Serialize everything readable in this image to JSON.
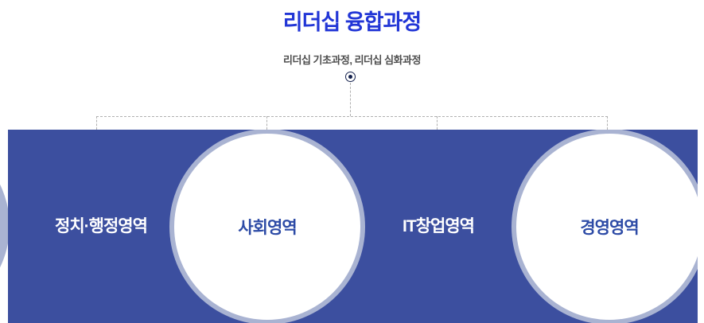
{
  "header": {
    "title": "리더십 융합과정",
    "subtitle": "리더십 기초과정, 리더십 심화과정"
  },
  "nodes": [
    {
      "label": "정치·행정영역",
      "shape": "panel"
    },
    {
      "label": "사회영역",
      "shape": "circle"
    },
    {
      "label": "IT창업영역",
      "shape": "panel"
    },
    {
      "label": "경영영역",
      "shape": "circle"
    }
  ],
  "colors": {
    "title_color": "#2236d6",
    "subtitle_color": "#4d4d4d",
    "band_color": "#3c4f9f",
    "halo_color": "#a9b3d2",
    "circle_text_color": "#2d4ba6",
    "panel_text_color": "#ffffff",
    "connector_color": "#b0b0b0",
    "bullet_color": "#14214d"
  }
}
